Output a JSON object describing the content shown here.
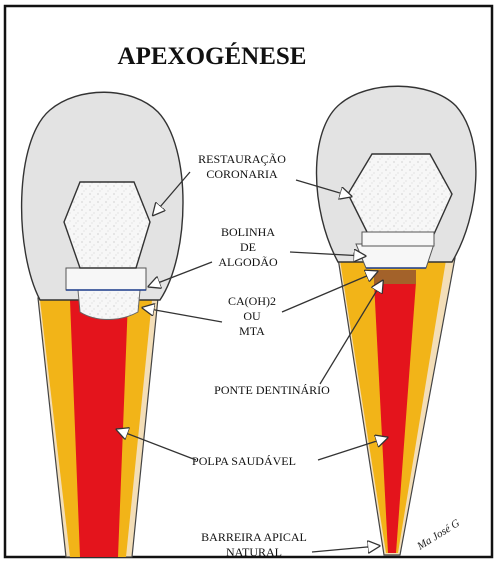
{
  "title": "APEXOGÉNESE",
  "labels": {
    "restauracao_1": "RESTAURAÇÃO",
    "restauracao_2": "CORONARIA",
    "bolinha_1": "BOLINHA",
    "bolinha_2": "DE",
    "bolinha_3": "ALGODÃO",
    "ca_1": "CA(OH)2",
    "ca_2": "OU",
    "ca_3": "MTA",
    "ponte": "PONTE DENTINÁRIO",
    "polpa": "POLPA SAUDÁVEL",
    "barreira_1": "BARREIRA APICAL",
    "barreira_2": "NATURAL"
  },
  "signature": "Ma José G",
  "colors": {
    "crown": "#e3e3e3",
    "dentin": "#f2b418",
    "pulp": "#e4141c",
    "root_outer": "#f3deb8",
    "cotton": "#f7f7f7",
    "bridge": "#a3622a"
  }
}
